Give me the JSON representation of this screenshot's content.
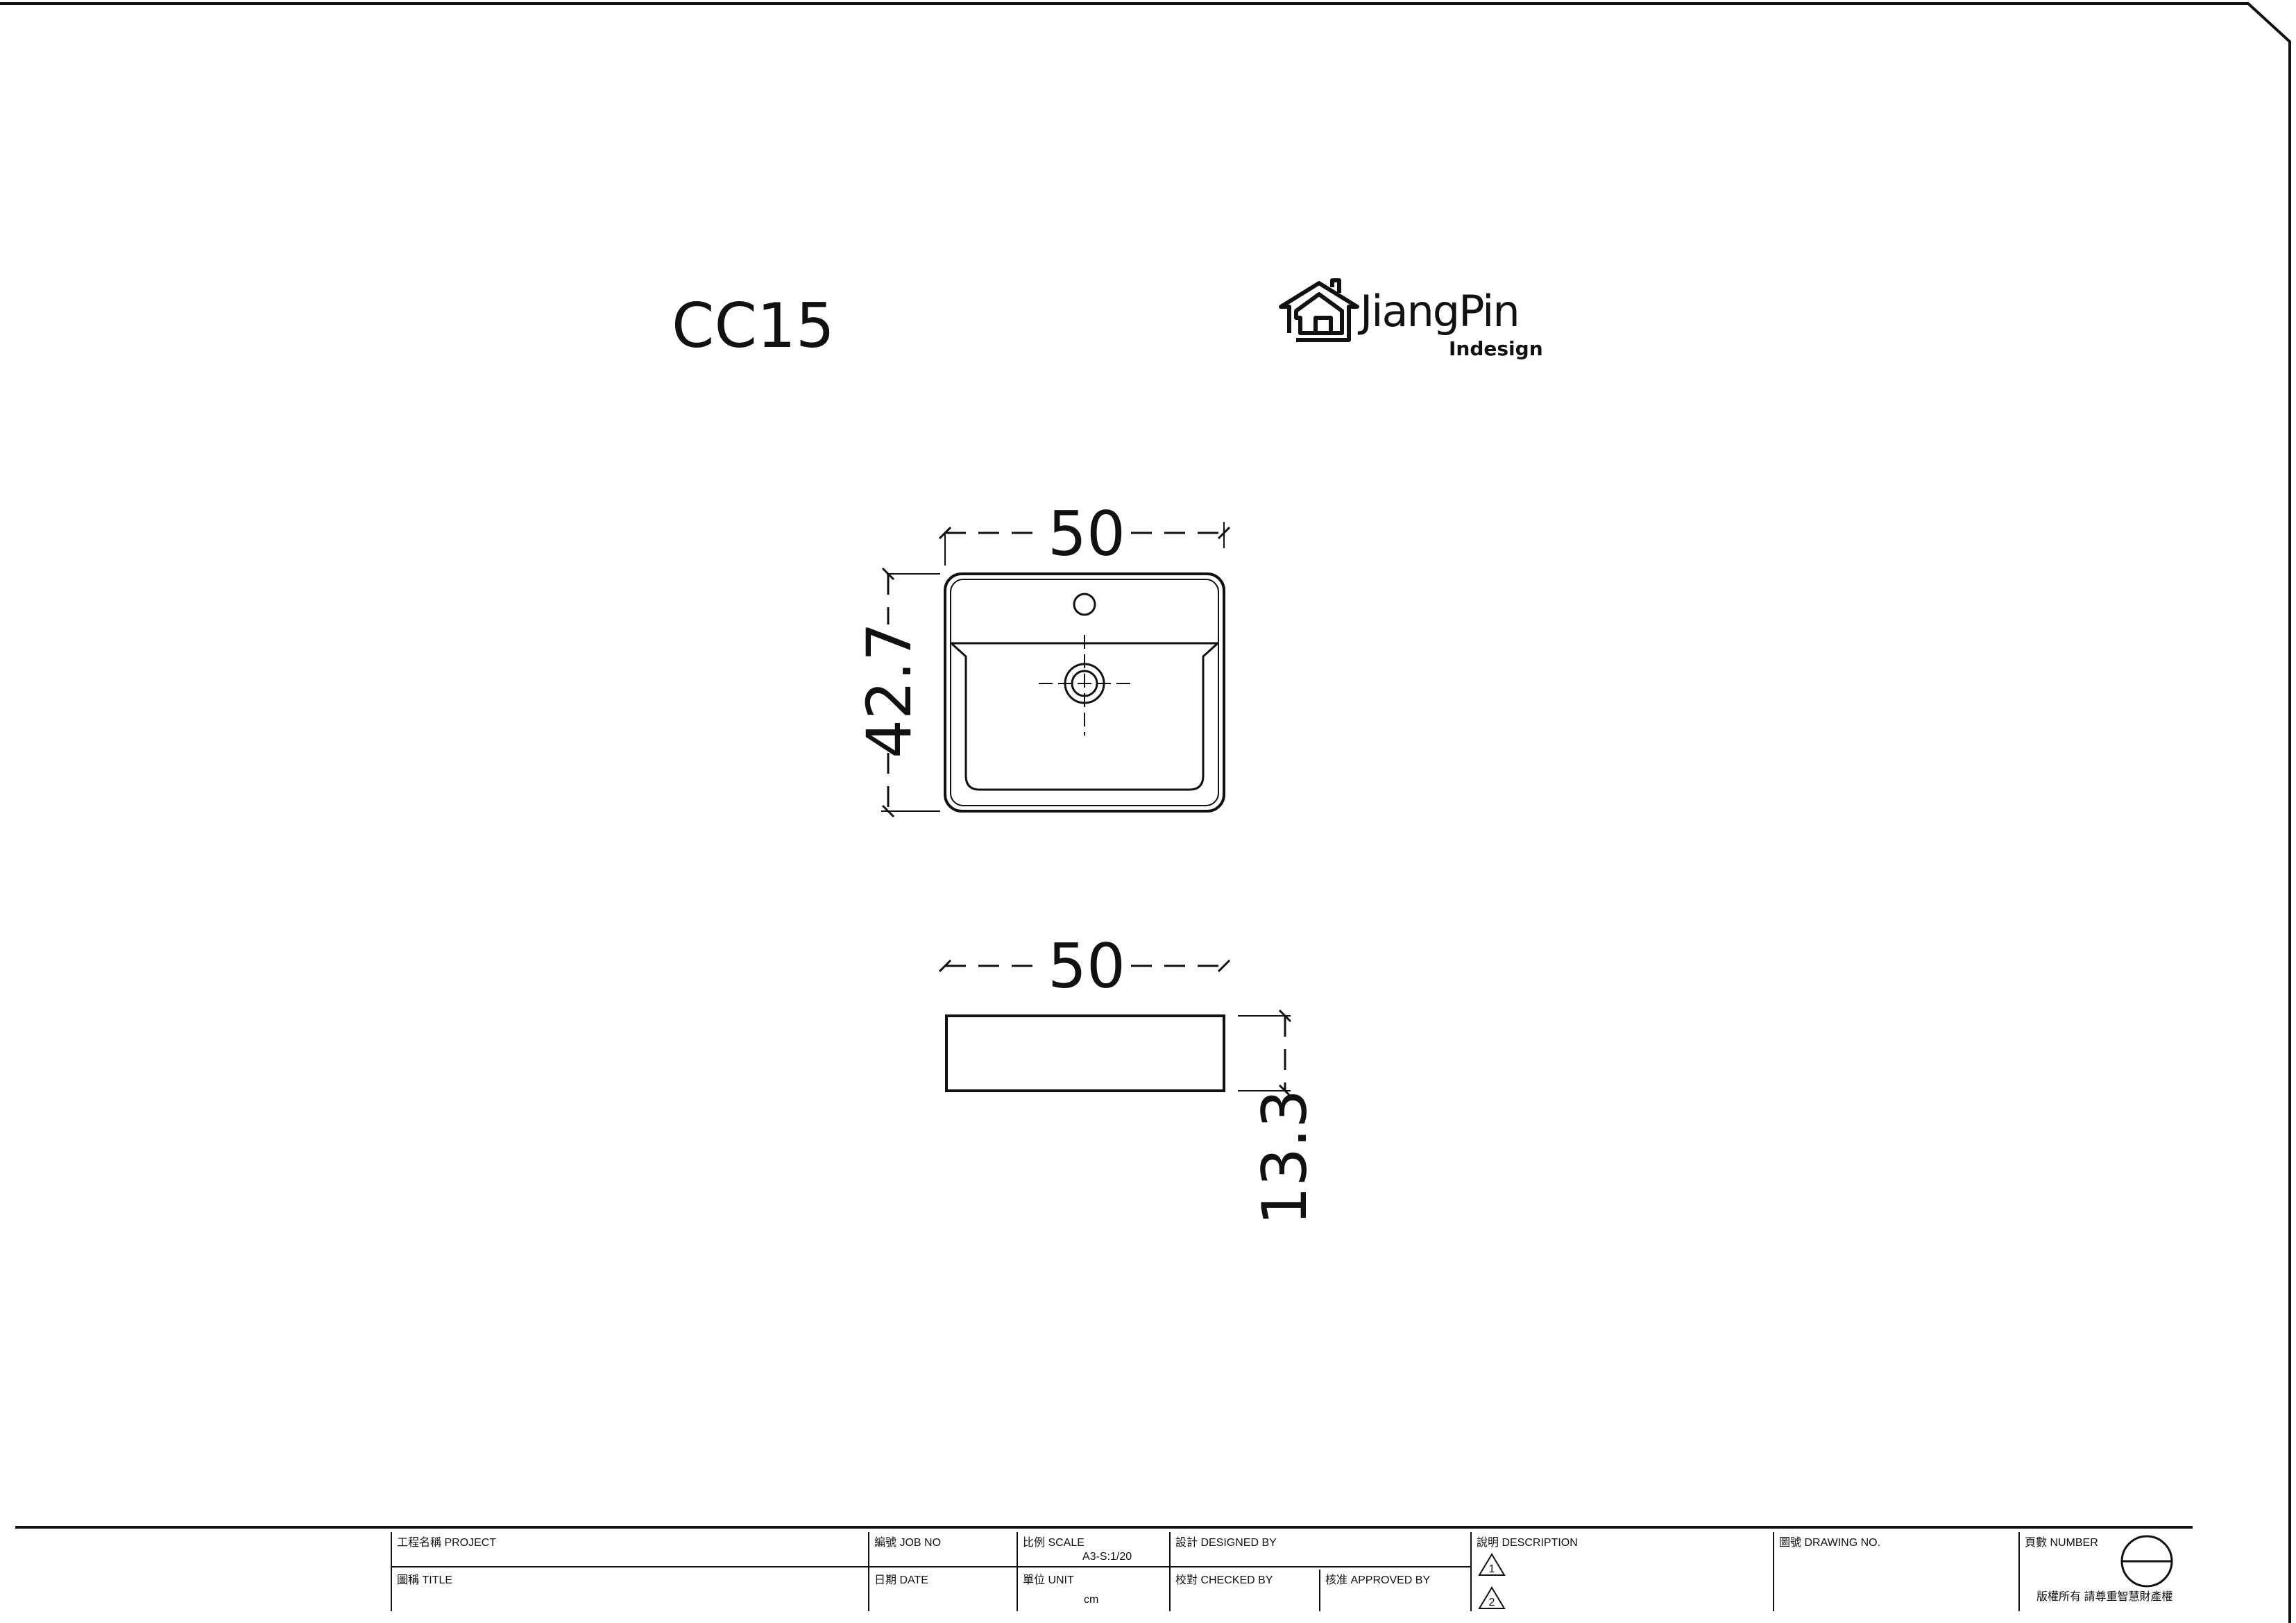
{
  "product": {
    "model": "CC15"
  },
  "brand": {
    "name": "JiangPin",
    "tagline": "Indesign",
    "icon": "house-logo-icon"
  },
  "top_view": {
    "width_label": "50",
    "depth_label": "42.7"
  },
  "side_view": {
    "width_label": "50",
    "height_label": "13.3"
  },
  "title_block": {
    "project_label": "工程名稱 PROJECT",
    "title_label": "圖稱 TITLE",
    "job_no_label": "編號 JOB NO",
    "date_label": "日期 DATE",
    "scale_label": "比例 SCALE",
    "scale_value": "A3-S:1/20",
    "unit_label": "單位 UNIT",
    "unit_value": "cm",
    "designed_by_label": "設計 DESIGNED BY",
    "checked_by_label": "校對 CHECKED BY",
    "approved_by_label": "核准 APPROVED BY",
    "description_label": "說明 DESCRIPTION",
    "revision_1": "1",
    "revision_2": "2",
    "drawing_no_label": "圖號 DRAWING NO.",
    "number_label": "頁數 NUMBER",
    "copyright": "版權所有 請尊重智慧財產權"
  }
}
